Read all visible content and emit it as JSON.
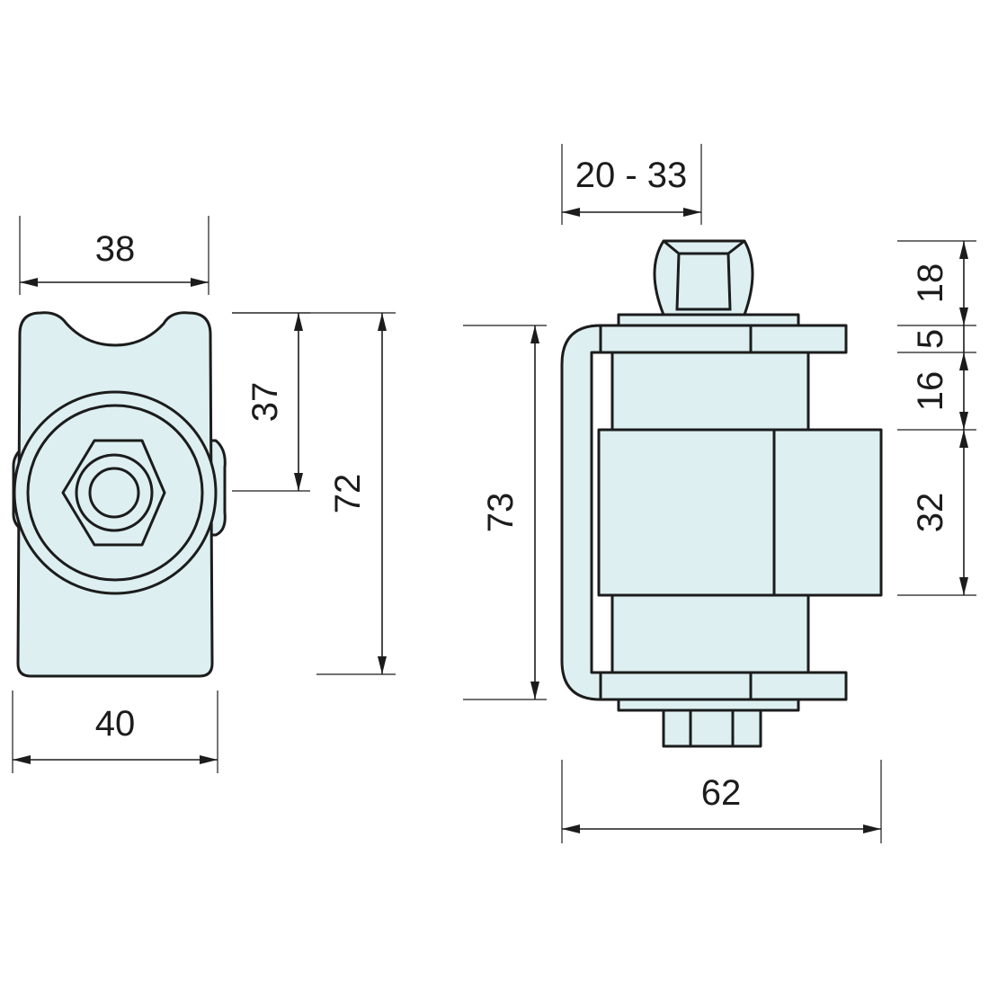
{
  "dimensions": {
    "front_width_top": "38",
    "front_width_bottom": "40",
    "front_slot_depth": "37",
    "front_height": "72",
    "adjust_range": "20 - 33",
    "side_height": "73",
    "nut_height": "18",
    "plate_thickness": "5",
    "pin_segment": "16",
    "knuckle_length": "32",
    "overall_width": "62"
  }
}
